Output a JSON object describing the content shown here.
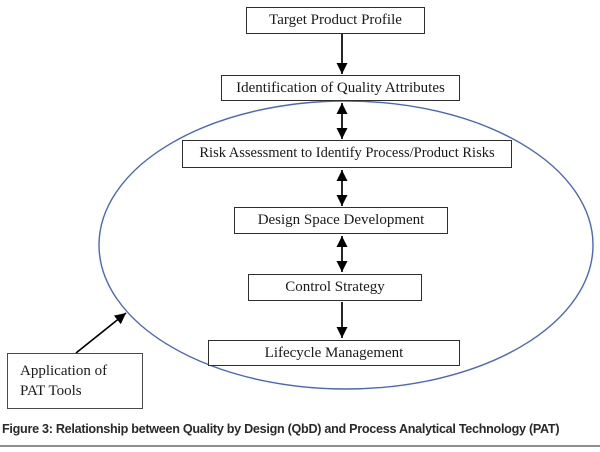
{
  "figure": {
    "boxes": {
      "target": "Target Product Profile",
      "identification": "Identification of Quality Attributes",
      "risk": "Risk Assessment to Identify Process/Product Risks",
      "design": "Design Space Development",
      "control": "Control Strategy",
      "lifecycle": "Lifecycle Management",
      "pat_line1": "Application of",
      "pat_line2": "PAT Tools"
    },
    "caption": "Figure 3: Relationship between Quality by Design (QbD) and Process Analytical Technology (PAT)",
    "colors": {
      "ellipse_stroke": "#4a67b8",
      "box_border": "#2e2e2e",
      "arrow": "#000000",
      "divider": "#8f8f8f"
    }
  }
}
